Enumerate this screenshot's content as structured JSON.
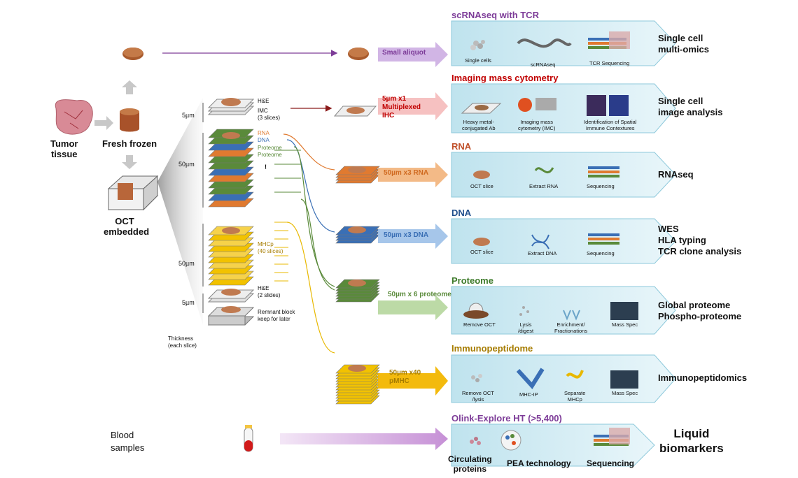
{
  "left": {
    "tumor_tissue": [
      "Tumor",
      "tissue"
    ],
    "fresh_frozen": "Fresh frozen",
    "oct_embedded": [
      "OCT",
      "embedded"
    ],
    "blood_samples": [
      "Blood",
      "samples"
    ],
    "thickness_note": [
      "Thickness",
      "(each slice)"
    ]
  },
  "slices": {
    "thk_5um_top": "5µm",
    "thk_50um_top": "50µm",
    "thk_50um_bottom": "50µm",
    "thk_5um_bottom": "5µm",
    "he_top": "H&E",
    "imc": [
      "IMC",
      "(3 slices)"
    ],
    "rna": "RNA",
    "dna": "DNA",
    "proteome1": "Proteome",
    "proteome2": "Proteome",
    "excl": "!",
    "mhcp": [
      "MHCp",
      "(40 slices)"
    ],
    "he_bottom": [
      "H&E",
      "(2 slides)"
    ],
    "remnant": [
      "Remnant block",
      "keep for later"
    ]
  },
  "arrows": {
    "small_aliquot": "Small aliquot",
    "imc": [
      "5µm x1",
      "Multiplexed",
      "IHC"
    ],
    "rna": "50µm  x3 RNA",
    "dna": "50µm  x3 DNA",
    "proteome": "50µm  x 6 proteome",
    "pmhc": [
      "50µm  x40",
      "pMHC"
    ]
  },
  "panels": {
    "scrna": {
      "title": "scRNAseq with TCR",
      "steps": [
        "Single cells",
        "scRNAseq",
        "TCR Sequencing"
      ],
      "output": [
        "Single cell",
        "multi-omics"
      ]
    },
    "imc": {
      "title": "Imaging mass cytometry",
      "steps": [
        [
          "Heavy metal-",
          "conjugated Ab"
        ],
        [
          "Imaging mass",
          "cytometry (IMC)"
        ],
        [
          "Identification of Spatial",
          "Immune Contextures"
        ]
      ],
      "output": [
        "Single cell",
        "image analysis"
      ]
    },
    "rna": {
      "title": "RNA",
      "steps": [
        "OCT slice",
        "Extract RNA",
        "Sequencing"
      ],
      "output": [
        "RNAseq"
      ]
    },
    "dna": {
      "title": "DNA",
      "steps": [
        "OCT slice",
        "Extract DNA",
        "Sequencing"
      ],
      "output": [
        "WES",
        "HLA typing",
        "TCR clone analysis"
      ]
    },
    "proteome": {
      "title": "Proteome",
      "steps": [
        "Remove OCT",
        [
          "Lysis",
          "/digest"
        ],
        [
          "Enrichment/",
          "Fractionations"
        ],
        "Mass Spec"
      ],
      "output": [
        "Global proteome",
        "Phospho-proteome"
      ]
    },
    "immuno": {
      "title": "Immunopeptidome",
      "steps": [
        [
          "Remove OCT",
          "/lysis"
        ],
        "MHC-IP",
        [
          "Separate",
          "MHCp"
        ],
        "Mass Spec"
      ],
      "output": [
        "Immunopeptidomics"
      ]
    },
    "olink": {
      "title": "Olink-Explore HT (>5,400)",
      "steps": [
        [
          "Circulating",
          "proteins"
        ],
        "PEA technology",
        "Sequencing"
      ],
      "output": [
        "Liquid",
        "biomarkers"
      ]
    }
  },
  "colors": {
    "purple": "#7d3c98",
    "imc_red": "#c00000",
    "rna_orange": "#e07a30",
    "dna_blue": "#3a6fb5",
    "proteome_green": "#5a8a3a",
    "immuno_olive": "#a67c00",
    "panel_fill": "#d7eef5",
    "tissue": "#b8663a"
  },
  "icons": [
    "tumor-tissue-icon",
    "fresh-frozen-icon",
    "oct-block-icon",
    "blood-tube-icon",
    "sequencing-icon",
    "dna-helix-icon",
    "mass-spec-icon"
  ]
}
